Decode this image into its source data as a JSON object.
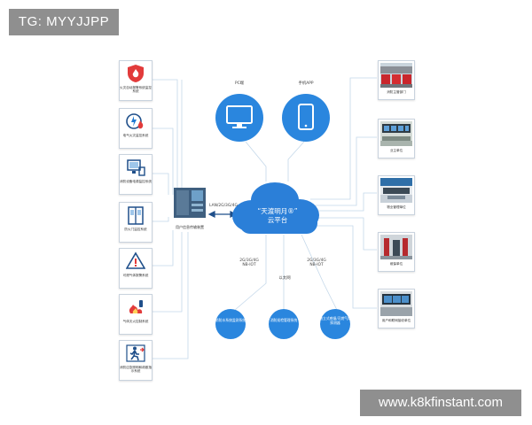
{
  "watermarks": {
    "tag": "TG: MYYJJPP",
    "site": "www.k8kfinstant.com"
  },
  "cloud": {
    "line1": "“天渡明月®”",
    "line2": "云平台"
  },
  "top_nodes": [
    {
      "label": "PC端",
      "icon": "monitor-icon"
    },
    {
      "label": "手机APP",
      "icon": "smartphone-icon"
    }
  ],
  "left_systems": [
    {
      "label": "火灾自动报警系统监控系统",
      "icon": "fire-alarm-icon"
    },
    {
      "label": "电气火灾监控系统",
      "icon": "electrical-fire-icon"
    },
    {
      "label": "消防设备电源监控系统",
      "icon": "power-monitor-icon"
    },
    {
      "label": "防火门监控系统",
      "icon": "fire-door-icon"
    },
    {
      "label": "可燃气体报警系统",
      "icon": "gas-alarm-icon"
    },
    {
      "label": "气体灭火控制系统",
      "icon": "gas-extinguish-icon"
    },
    {
      "label": "消防应急照明和疏散指示系统",
      "icon": "emergency-exit-icon"
    }
  ],
  "transmission_device": {
    "label": "用户信息传输装置"
  },
  "link_labels": {
    "device_to_cloud": "LAN/2G/3G/4G",
    "left_branch": "2G/3G/4G NB-IOT",
    "middle_branch": "以太网",
    "right_branch": "2G/3G/4G NB-IOT"
  },
  "bottom_nodes": [
    {
      "label": "消防水系统监测系统"
    },
    {
      "label": "消防巡检管理系统"
    },
    {
      "label": "独立式感烟/可燃气体探测器"
    }
  ],
  "right_units": [
    {
      "label": "消防主管部门"
    },
    {
      "label": "业主单位"
    },
    {
      "label": "物业管理单位"
    },
    {
      "label": "维保单位"
    },
    {
      "label": "用户和联网接收单位"
    }
  ],
  "colors": {
    "accent": "#1f78d1",
    "cloud": "#2b7fd8",
    "line": "#b9d4ec",
    "circle": "#2a86de"
  }
}
